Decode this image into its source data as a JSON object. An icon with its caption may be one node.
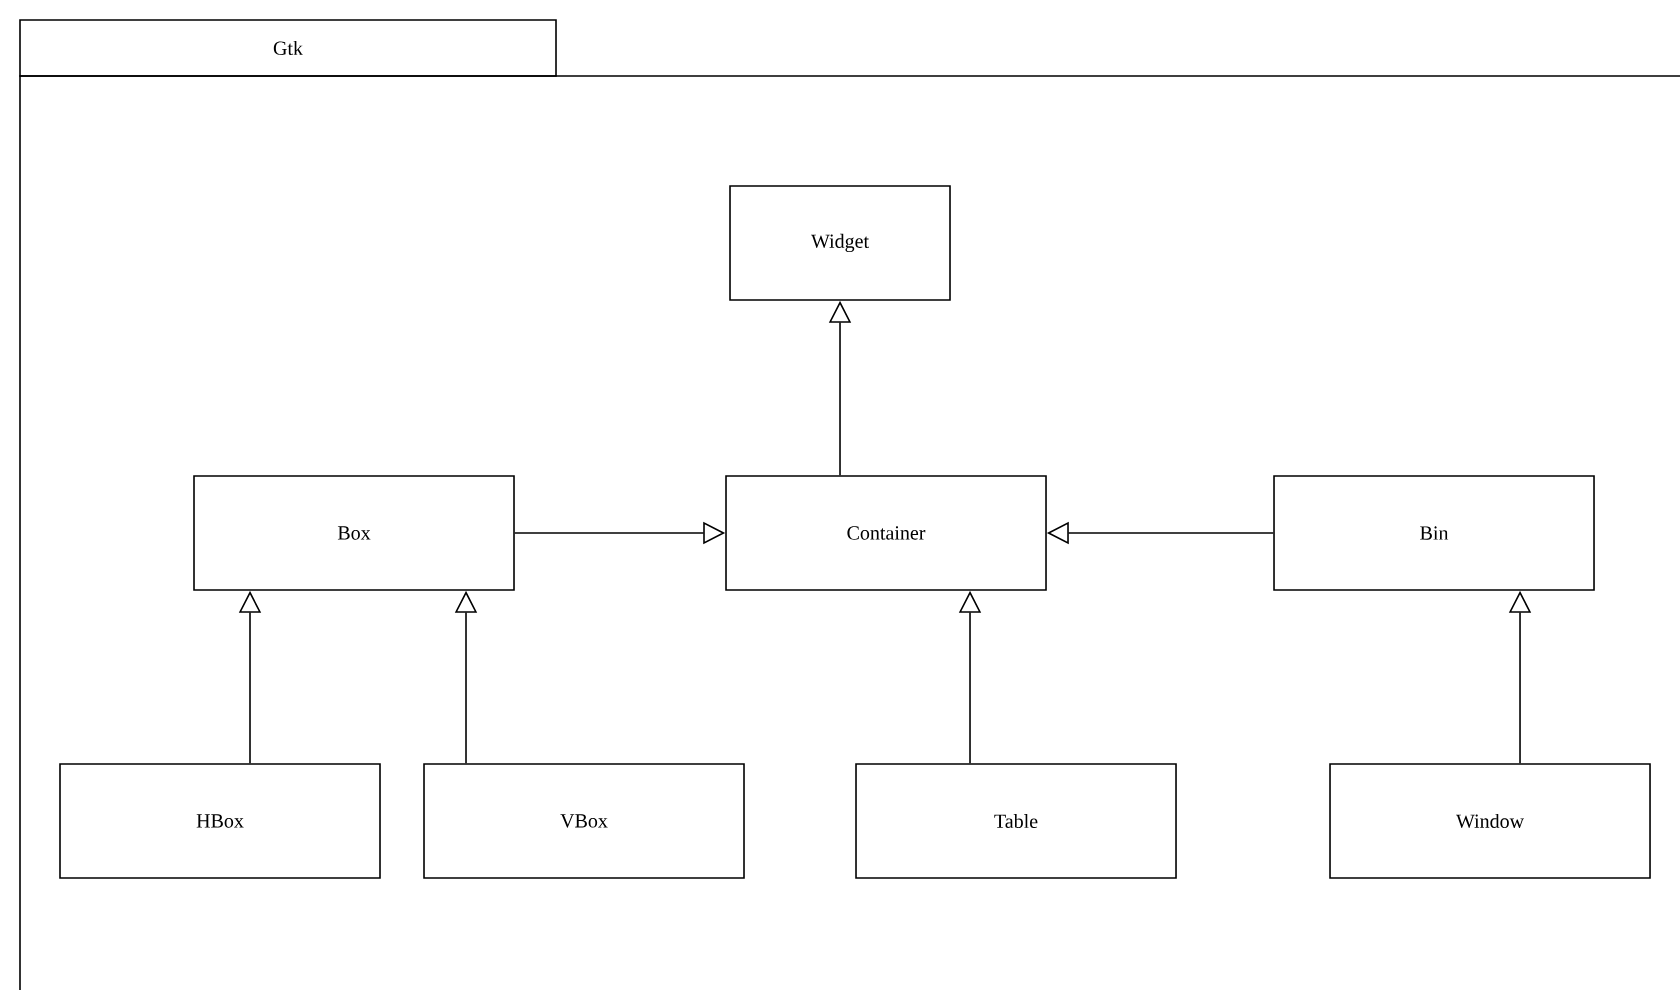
{
  "diagram": {
    "nodes": [
      {
        "text": [
          "Gtk"
        ]
      },
      {
        "text": [
          "Widget"
        ],
        "in": 0
      },
      {
        "text": [
          "Box"
        ],
        "in": 0
      },
      {
        "text": [
          "Container"
        ],
        "in": 0
      },
      {
        "text": [
          "Bin"
        ],
        "in": 0
      },
      {
        "text": [
          "HBox"
        ],
        "in": 0
      },
      {
        "text": [
          "VBox"
        ],
        "in": 0
      },
      {
        "text": [
          "Table"
        ],
        "in": 0
      },
      {
        "text": [
          "Window"
        ],
        "in": 0
      }
    ],
    "edges": [
      {
        "from": 3,
        "to": 1,
        "arrow": "to"
      },
      {
        "from": 2,
        "to": 3,
        "arrow": "to"
      },
      {
        "from": 4,
        "to": 3,
        "arrow": "to"
      },
      {
        "from": 5,
        "to": 2,
        "arrow": "to"
      },
      {
        "from": 6,
        "to": 2,
        "arrow": "to"
      },
      {
        "from": 7,
        "to": 3,
        "arrow": "to"
      },
      {
        "from": 8,
        "to": 4,
        "arrow": "to"
      }
    ]
  }
}
